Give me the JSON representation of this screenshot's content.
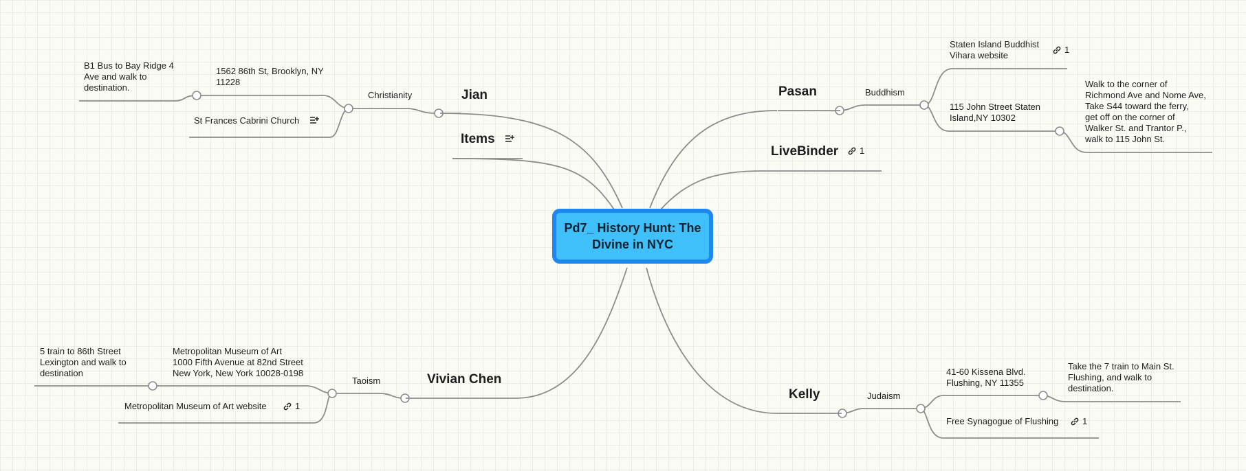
{
  "central": {
    "title": "Pd7_ History Hunt: The Divine in NYC"
  },
  "branches": {
    "jian": {
      "name": "Jian",
      "religion": "Christianity",
      "place": "St Frances Cabrini Church",
      "address": "1562 86th St, Brooklyn, NY\n11228",
      "directions": "B1 Bus to Bay Ridge 4\nAve and walk to\ndestination."
    },
    "items": {
      "name": "Items"
    },
    "pasan": {
      "name": "Pasan",
      "religion": "Buddhism",
      "website": "Staten Island Buddhist\nVihara website",
      "website_links": "1",
      "address": "115 John Street Staten\nIsland,NY 10302",
      "directions": "Walk to the corner of\nRichmond Ave and Nome Ave,\nTake S44 toward the ferry,\nget off on the corner of\nWalker St. and Trantor P.,\nwalk to 115 John St."
    },
    "livebinder": {
      "name": "LiveBinder",
      "links": "1"
    },
    "vivian": {
      "name": "Vivian Chen",
      "religion": "Taoism",
      "address": "Metropolitan Museum of Art\n1000 Fifth Avenue at 82nd Street\nNew York, New York 10028-0198",
      "directions": "5 train to 86th Street\nLexington and walk to\ndestination",
      "website": "Metropolitan Museum of Art website",
      "website_links": "1"
    },
    "kelly": {
      "name": "Kelly",
      "religion": "Judaism",
      "address": "41-60 Kissena Blvd.\nFlushing, NY 11355",
      "directions": "Take the 7 train to Main St.\nFlushing, and walk to\ndestination.",
      "place": "Free Synagogue of Flushing",
      "place_links": "1"
    }
  },
  "colors": {
    "central_fill": "#3fc0fa",
    "central_border": "#1f87f0",
    "connector": "#8c8c8c"
  },
  "icons": {
    "notes": "notes-icon",
    "link": "link-icon",
    "collapse_handle": "collapse-handle"
  }
}
